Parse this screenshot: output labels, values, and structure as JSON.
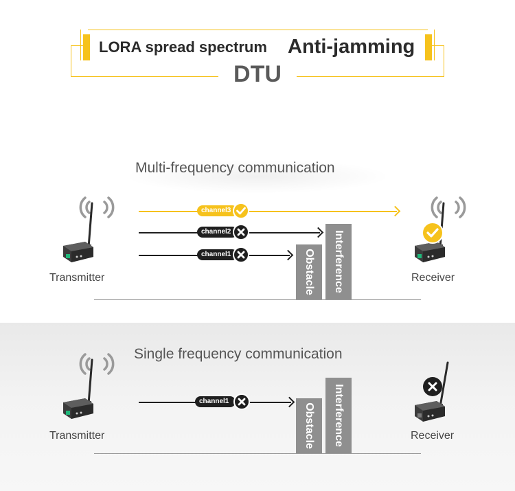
{
  "header": {
    "title_left": "LORA spread spectrum",
    "title_right": "Anti-jamming",
    "title_sub": "DTU"
  },
  "multi": {
    "heading": "Multi-frequency communication",
    "transmitter_label": "Transmitter",
    "receiver_label": "Receiver",
    "obstacle_label": "Obstacle",
    "interference_label": "Interference",
    "channels": [
      {
        "label": "channel3",
        "status": "ok"
      },
      {
        "label": "channel2",
        "status": "blocked"
      },
      {
        "label": "channel1",
        "status": "blocked"
      }
    ],
    "receiver_status": "ok"
  },
  "single": {
    "heading": "Single frequency communication",
    "transmitter_label": "Transmitter",
    "receiver_label": "Receiver",
    "obstacle_label": "Obstacle",
    "interference_label": "Interference",
    "channels": [
      {
        "label": "channel1",
        "status": "blocked"
      }
    ],
    "receiver_status": "blocked"
  },
  "colors": {
    "accent": "#f6c21c",
    "dark": "#1f1f1f",
    "wall": "#8f8f8f"
  },
  "icons": {
    "antenna_device": "antenna-device-icon",
    "signal_waves": "signal-waves-icon",
    "check": "check-icon",
    "cross": "cross-icon"
  }
}
